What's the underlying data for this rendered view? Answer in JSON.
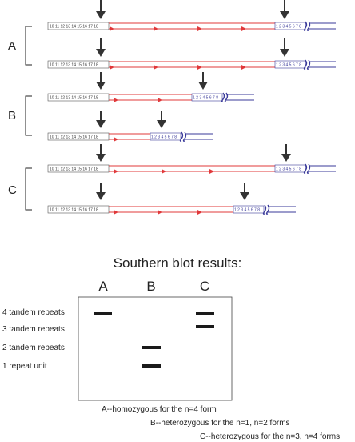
{
  "groups": [
    {
      "label": "A"
    },
    {
      "label": "B"
    },
    {
      "label": "C"
    }
  ],
  "sequence_numbers": "10 11 12 13 14 15 16 17 18",
  "repeat_numbers": "1 2 3 4 5 6 7 8",
  "blot": {
    "title": "Southern blot results:",
    "lanes": [
      "A",
      "B",
      "C"
    ],
    "row_labels": [
      "4 tandem repeats",
      "3 tandem repeats",
      "2 tandem repeats",
      "1 repeat unit"
    ],
    "notes": [
      "A--homozygous for the n=4 form",
      "B--heterozygous for the n=1, n=2 forms",
      "C--heterozygous for the n=3, n=4 forms"
    ]
  },
  "colors": {
    "arrow": "#333333",
    "red_line": "#e0383a",
    "blue_line": "#3a3a9a",
    "band": "#1a1a1a"
  }
}
